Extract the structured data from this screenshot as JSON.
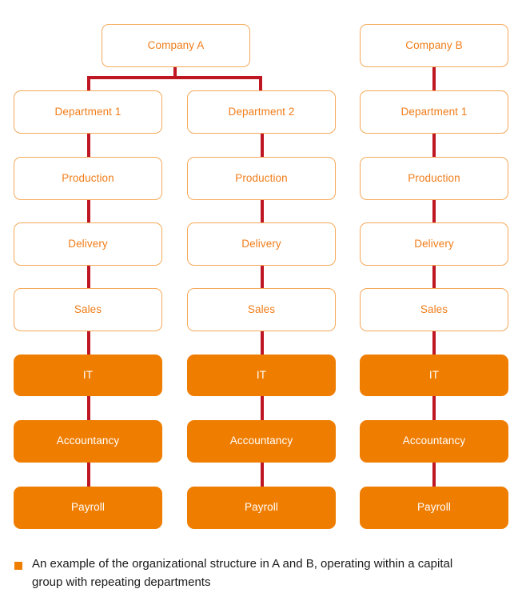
{
  "diagram": {
    "type": "org-chart",
    "columns": [
      {
        "id": "company-a-dept-1",
        "root": "Company A",
        "nodes": [
          {
            "label": "Department 1",
            "style": "outlined"
          },
          {
            "label": "Production",
            "style": "outlined"
          },
          {
            "label": "Delivery",
            "style": "outlined"
          },
          {
            "label": "Sales",
            "style": "outlined"
          },
          {
            "label": "IT",
            "style": "filled"
          },
          {
            "label": "Accountancy",
            "style": "filled"
          },
          {
            "label": "Payroll",
            "style": "filled"
          }
        ]
      },
      {
        "id": "company-a-dept-2",
        "root": "Company A",
        "nodes": [
          {
            "label": "Department 2",
            "style": "outlined"
          },
          {
            "label": "Production",
            "style": "outlined"
          },
          {
            "label": "Delivery",
            "style": "outlined"
          },
          {
            "label": "Sales",
            "style": "outlined"
          },
          {
            "label": "IT",
            "style": "filled"
          },
          {
            "label": "Accountancy",
            "style": "filled"
          },
          {
            "label": "Payroll",
            "style": "filled"
          }
        ]
      },
      {
        "id": "company-b-dept-1",
        "root": "Company B",
        "nodes": [
          {
            "label": "Department 1",
            "style": "outlined"
          },
          {
            "label": "Production",
            "style": "outlined"
          },
          {
            "label": "Delivery",
            "style": "outlined"
          },
          {
            "label": "Sales",
            "style": "outlined"
          },
          {
            "label": "IT",
            "style": "filled"
          },
          {
            "label": "Accountancy",
            "style": "filled"
          },
          {
            "label": "Payroll",
            "style": "filled"
          }
        ]
      }
    ],
    "roots": {
      "company_a": "Company A",
      "company_b": "Company B"
    }
  },
  "caption": {
    "bullet": "square-bullet-icon",
    "text": "An example of the organizational structure in A and B, operating within a capital group with repeating departments"
  },
  "colors": {
    "node_outline": "#f5a95a",
    "node_text": "#f07d1a",
    "node_fill": "#ef7d00",
    "node_fill_text": "#ffffff",
    "connector": "#be1622",
    "caption_text": "#1a1a1a",
    "background": "#ffffff"
  }
}
